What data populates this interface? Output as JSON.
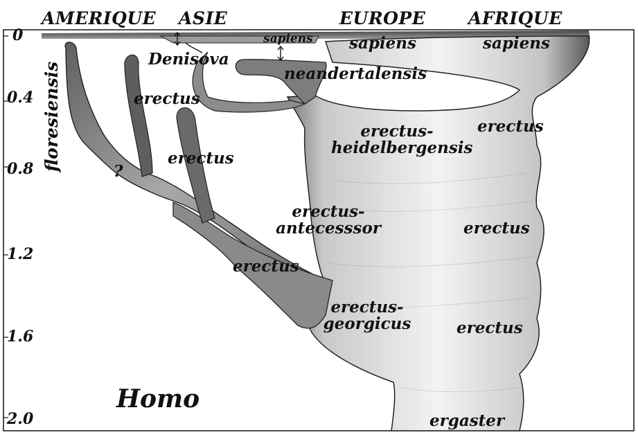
{
  "regions": {
    "america": "AMERIQUE",
    "asia": "ASIE",
    "europe": "EUROPE",
    "africa": "AFRIQUE"
  },
  "axis_ticks": [
    "0",
    "0.4",
    "0.8",
    "1.2",
    "1.6",
    "2.0"
  ],
  "genus": "Homo",
  "taxa": {
    "floresiensis": "floresiensis",
    "question": "?",
    "erectus_asia_upper": "erectus",
    "erectus_asia_lower": "erectus",
    "denisova": "Denisova",
    "sapiens_asia": "sapiens",
    "sapiens_europe": "sapiens",
    "sapiens_africa": "sapiens",
    "neandertalensis": "neandertalensis",
    "erectus_heidelbergensis_1": "erectus-",
    "erectus_heidelbergensis_2": "heidelbergensis",
    "erectus_antecessor_1": "erectus-",
    "erectus_antecessor_2": "antecesssor",
    "erectus_asia_stem": "erectus",
    "erectus_georgicus_1": "erectus-",
    "erectus_georgicus_2": "georgicus",
    "erectus_africa_1": "erectus",
    "erectus_africa_2": "erectus",
    "erectus_africa_3": "erectus",
    "ergaster": "ergaster"
  },
  "colors": {
    "ink": "#111111",
    "shade": "#6f6f6f",
    "shade_light": "#bdbdbd",
    "paper": "#ffffff"
  }
}
